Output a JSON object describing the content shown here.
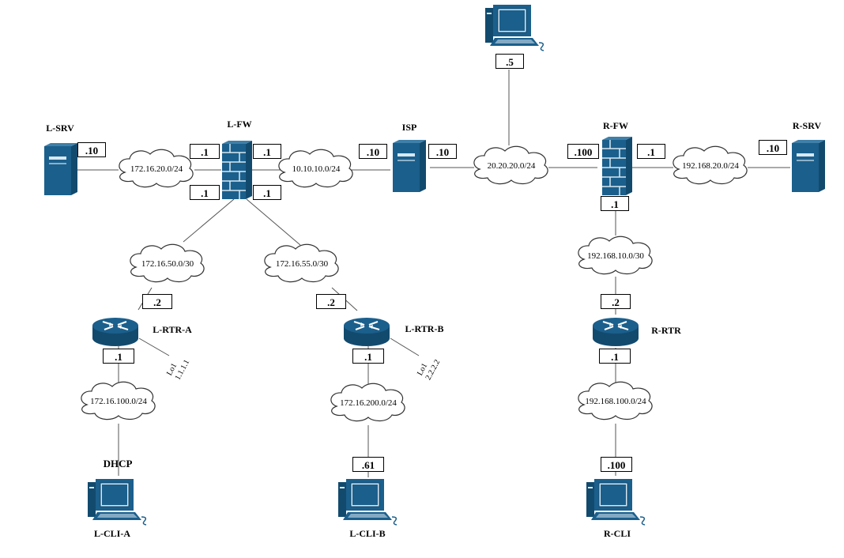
{
  "devices": {
    "l_srv": "L-SRV",
    "l_fw": "L-FW",
    "isp": "ISP",
    "r_fw": "R-FW",
    "r_srv": "R-SRV",
    "l_rtr_a": "L-RTR-A",
    "l_rtr_b": "L-RTR-B",
    "r_rtr": "R-RTR",
    "l_cli_a": "L-CLI-A",
    "l_cli_b": "L-CLI-B",
    "r_cli": "R-CLI"
  },
  "networks": {
    "n_lsrv": "172.16.20.0/24",
    "n_isp_l": "10.10.10.0/24",
    "n_isp_r": "20.20.20.0/24",
    "n_rsrv": "192.168.20.0/24",
    "n_a": "172.16.50.0/30",
    "n_b": "172.16.55.0/30",
    "n_r": "192.168.10.0/30",
    "n_cli_a": "172.16.100.0/24",
    "n_cli_b": "172.16.200.0/24",
    "n_cli_r": "192.168.100.0/24"
  },
  "addresses": {
    "top_pc": ".5",
    "l_srv": ".10",
    "lfw_left": ".1",
    "lfw_right": ".1",
    "lfw_bottom_left": ".1",
    "lfw_bottom_right": ".1",
    "isp_left": ".10",
    "isp_right": ".10",
    "rfw_left": ".100",
    "rfw_right": ".1",
    "rfw_bottom": ".1",
    "r_srv": ".10",
    "rtr_a_up": ".2",
    "rtr_a_down": ".1",
    "rtr_b_up": ".2",
    "rtr_b_down": ".1",
    "r_rtr_up": ".2",
    "r_rtr_down": ".1",
    "cli_a": "DHCP",
    "cli_b": ".61",
    "cli_r": ".100"
  },
  "loopbacks": {
    "a_name": "Lo1",
    "a_ip": "1.1.1.1",
    "b_name": "Lo1",
    "b_ip": "2.2.2.2"
  },
  "colors": {
    "device": "#1b5f8c",
    "device_dark": "#124a6e",
    "line": "#555555"
  }
}
